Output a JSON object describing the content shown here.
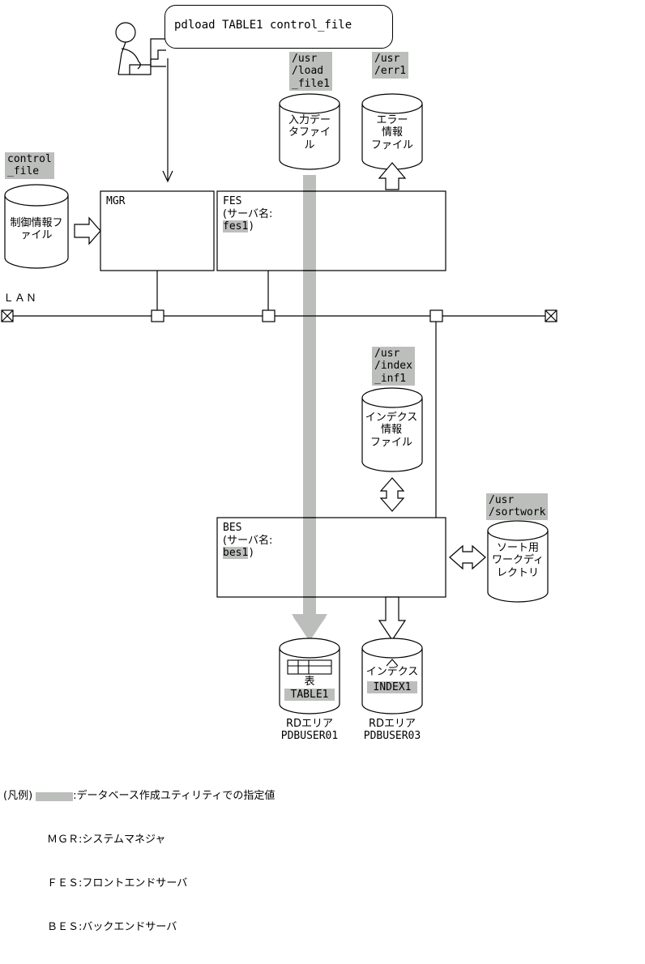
{
  "diagram": {
    "title": "pdload utility configuration diagram",
    "colors": {
      "highlight_gray": "#bcbebc",
      "line": "#000000",
      "background": "#ffffff"
    },
    "command_bubble": {
      "text": "pdload TABLE1 control_file"
    },
    "operator": {
      "icon": "person-at-terminal-icon"
    },
    "servers": [
      {
        "id": "mgr",
        "name": "MGR",
        "lines": [
          "MGR"
        ]
      },
      {
        "id": "fes",
        "name": "FES",
        "lines": [
          "FES",
          "(サーバ名:",
          " fes1)"
        ],
        "line1": "FES",
        "line2": "(サーバ名:",
        "line3": "fes1",
        "line3_tail": ")"
      },
      {
        "id": "bes",
        "name": "BES",
        "line1": "BES",
        "line2": "(サーバ名:",
        "line3": "bes1",
        "line3_tail": ")"
      }
    ],
    "files": [
      {
        "id": "control-file",
        "path": "control\n_file",
        "path_line1": "control",
        "path_line2": "_file",
        "label": "制御情報フ\nァイル",
        "label_line1": "制御情報フ",
        "label_line2": "ァイル"
      },
      {
        "id": "input-data-file",
        "path_line1": "/usr",
        "path_line2": "/load",
        "path_line3": "_file1",
        "label_line1": "入力デー",
        "label_line2": "タファイ",
        "label_line3": "ル"
      },
      {
        "id": "error-info-file",
        "path_line1": "/usr",
        "path_line2": "/err1",
        "label_line1": "エラー",
        "label_line2": "情報",
        "label_line3": "ファイル"
      },
      {
        "id": "index-info-file",
        "path_line1": "/usr",
        "path_line2": "/index",
        "path_line3": "_inf1",
        "label_line1": "インデクス",
        "label_line2": "情報",
        "label_line3": "ファイル"
      },
      {
        "id": "sort-work-dir",
        "path_line1": "/usr",
        "path_line2": "/sortwork",
        "label_line1": "ソート用",
        "label_line2": "ワークディ",
        "label_line3": "レクトリ"
      }
    ],
    "rd_areas": [
      {
        "id": "table-rd-area",
        "icon": "table-grid-icon",
        "content_label": "表",
        "content_name": "TABLE1",
        "area_line1": "RDエリア",
        "area_line2": "PDBUSER01"
      },
      {
        "id": "index-rd-area",
        "icon": "index-triangle-icon",
        "content_label": "インデクス",
        "content_name": "INDEX1",
        "area_line1": "RDエリア",
        "area_line2": "PDBUSER03"
      }
    ],
    "network": {
      "label": "ＬＡＮ"
    },
    "legend": {
      "title": "(凡例)",
      "swatch_desc": ":データベース作成ユティリティでの指定値",
      "rows": [
        {
          "key": "ＭＧＲ",
          "desc": ":システムマネジャ"
        },
        {
          "key": "ＦＥＳ",
          "desc": ":フロントエンドサーバ"
        },
        {
          "key": "ＢＥＳ",
          "desc": ":バックエンドサーバ"
        }
      ]
    }
  }
}
